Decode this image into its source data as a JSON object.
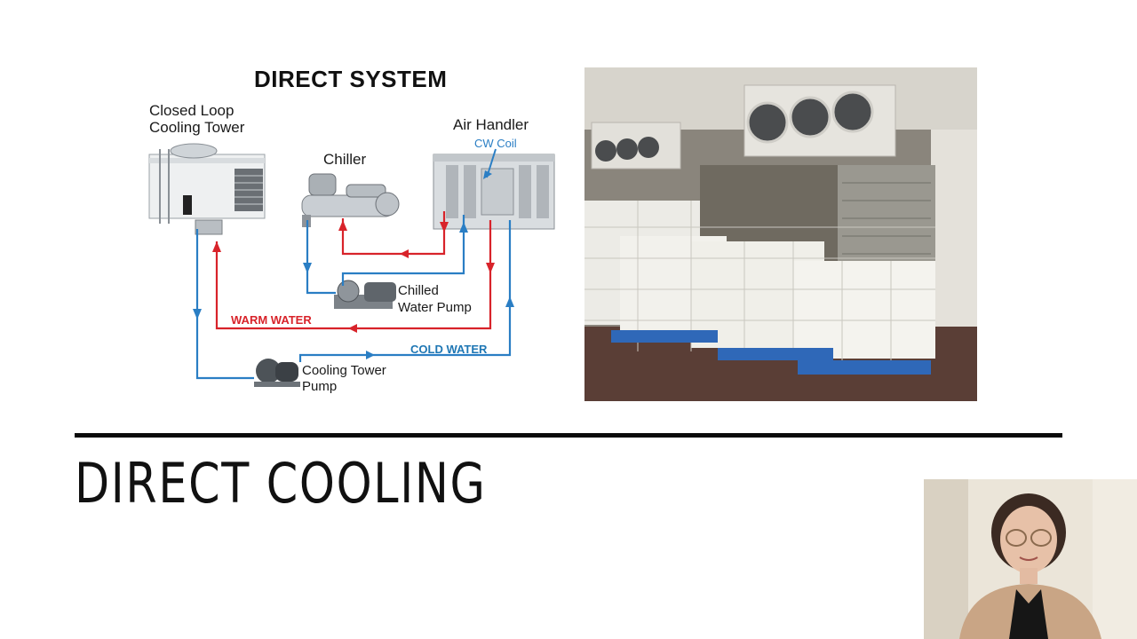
{
  "slide": {
    "heading": "DIRECT COOLING"
  },
  "diagram": {
    "title": "DIRECT SYSTEM",
    "cooling_tower_line1": "Closed Loop",
    "cooling_tower_line2": "Cooling Tower",
    "chiller": "Chiller",
    "air_handler": "Air Handler",
    "cw_coil": "CW Coil",
    "chilled_pump_line1": "Chilled",
    "chilled_pump_line2": "Water Pump",
    "warm_water": "WARM WATER",
    "cold_water": "COLD WATER",
    "tower_pump_line1": "Cooling Tower",
    "tower_pump_line2": "Pump"
  },
  "colors": {
    "warm_pipe": "#d8232a",
    "cold_pipe": "#2a7ec4",
    "rule": "#0a0a0a"
  },
  "images": {
    "photo": "cold-storage-room-photo",
    "webcam": "presenter-webcam"
  }
}
